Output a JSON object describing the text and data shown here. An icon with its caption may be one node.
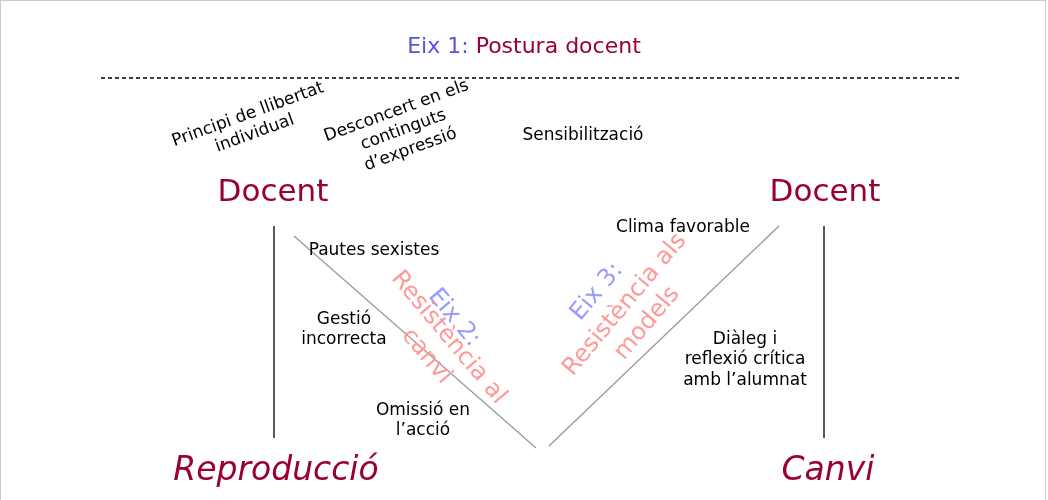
{
  "diagram": {
    "title": "Eix 1: Postura docent",
    "labels": [
      "Principi de llibertat individual",
      "Desconcert en els continguts d’expressió",
      "Sensibilització",
      "Docent",
      "Docent",
      "Clima favorable",
      "Pautes sexistes",
      "Eix 3:",
      "Resistència als models",
      "Eix 2:",
      "Resistència al canvi",
      "Gestió incorrecta",
      "Diàleg i reflexió crítica amb l’alumnat",
      "Omissió en l’acció",
      "Reproducció",
      "Canvi"
    ]
  }
}
